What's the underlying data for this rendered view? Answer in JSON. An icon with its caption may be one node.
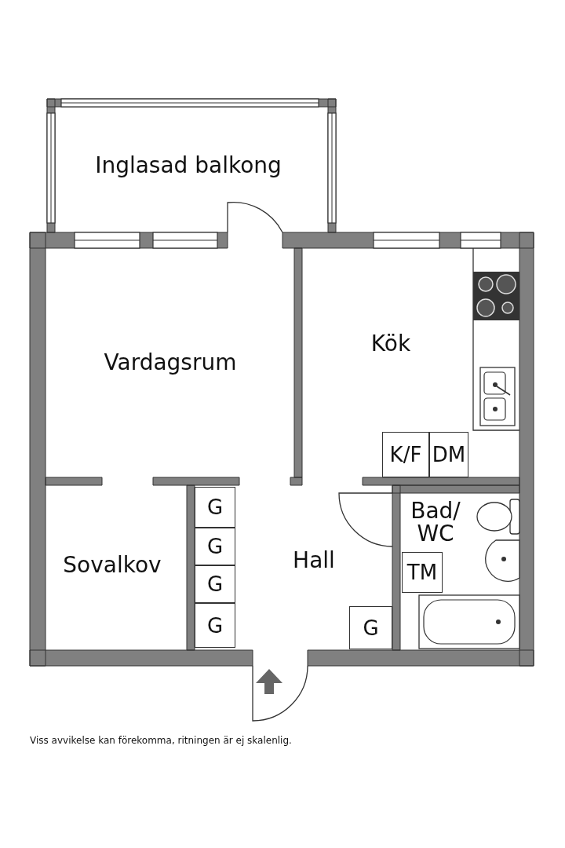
{
  "diagram": {
    "caption": "Viss avvikelse kan förekomma, ritningen är ej skalenlig.",
    "nodes": [
      {
        "text": [
          "Inglasad balkong"
        ]
      },
      {
        "text": [
          "Vardagsrum"
        ]
      },
      {
        "text": [
          "Kök"
        ]
      },
      {
        "text": [
          "Sovalkov"
        ]
      },
      {
        "text": [
          "Hall"
        ]
      },
      {
        "text": [
          "Bad/ WC"
        ]
      },
      {
        "text": [
          "G"
        ],
        "in": 4
      },
      {
        "text": [
          "G"
        ],
        "in": 4
      },
      {
        "text": [
          "G"
        ],
        "in": 4
      },
      {
        "text": [
          "G"
        ],
        "in": 4
      },
      {
        "text": [
          "G"
        ],
        "in": 4
      },
      {
        "text": [
          "K/F"
        ],
        "in": 2
      },
      {
        "text": [
          "DM"
        ],
        "in": 2
      },
      {
        "text": [
          "TM"
        ],
        "in": 5
      }
    ]
  }
}
